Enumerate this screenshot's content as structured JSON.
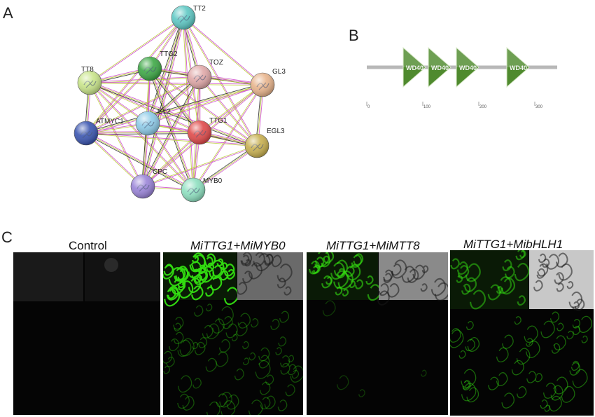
{
  "panels": {
    "a": "A",
    "b": "B",
    "c": "C"
  },
  "network": {
    "nodes": [
      {
        "id": "TT2",
        "label": "TT2",
        "color": "#5ec8c4"
      },
      {
        "id": "TT8",
        "label": "TT8",
        "color": "#c9e58a"
      },
      {
        "id": "TTG2",
        "label": "TTG2",
        "color": "#3ea846"
      },
      {
        "id": "TOZ",
        "label": "TOZ",
        "color": "#e0a8a8"
      },
      {
        "id": "GL3",
        "label": "GL3",
        "color": "#e8b48c"
      },
      {
        "id": "ATMYC1",
        "label": "ATMYC1",
        "color": "#3a55b0"
      },
      {
        "id": "GL2",
        "label": "GL2",
        "color": "#8ecbe8"
      },
      {
        "id": "TTG1",
        "label": "TTG1",
        "color": "#e04a4a"
      },
      {
        "id": "EGL3",
        "label": "EGL3",
        "color": "#c8b050"
      },
      {
        "id": "CPC",
        "label": "CPC",
        "color": "#9a84d8"
      },
      {
        "id": "MYB0",
        "label": "MYB0",
        "color": "#8ee0c0"
      }
    ],
    "edge_colors": {
      "curated": "#cc44cc",
      "text_mining": "#b8cc30",
      "coexpression": "#222222"
    }
  },
  "domain": {
    "domains": [
      {
        "label": "WD40",
        "start": 65,
        "end": 105
      },
      {
        "label": "WD40",
        "start": 110,
        "end": 150
      },
      {
        "label": "WD40",
        "start": 160,
        "end": 200
      },
      {
        "label": "WD40",
        "start": 250,
        "end": 290
      }
    ],
    "ticks": [
      "0",
      "100",
      "200",
      "300"
    ],
    "tick_values": [
      0,
      100,
      200,
      300
    ],
    "length": 340,
    "domain_color": "#4f8a2e",
    "line_color": "#b8b8b8"
  },
  "microscopy": {
    "columns": [
      {
        "id": "control",
        "title": "Control",
        "italic": false,
        "signal": "none"
      },
      {
        "id": "myb0",
        "title": "MiTTG1+MiMYB0",
        "italic": true,
        "signal": "strong"
      },
      {
        "id": "mtt8",
        "title": "MiTTG1+MiMTT8",
        "italic": true,
        "signal": "medium"
      },
      {
        "id": "bhlh1",
        "title": "MiTTG1+MibHLH1",
        "italic": true,
        "signal": "medium"
      }
    ],
    "gfp_color": "#33dd11"
  }
}
